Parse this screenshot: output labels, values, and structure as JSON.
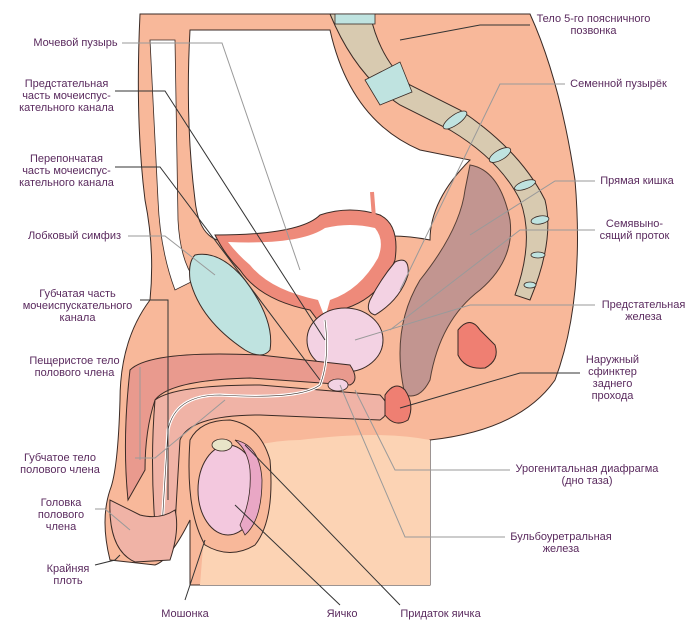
{
  "title": "Мужская половая система — сагиттальный разрез",
  "colors": {
    "skin": "#f8b89a",
    "skin_light": "#fcd3b4",
    "outline": "#3a2a25",
    "bone": "#d8cab0",
    "cartilage": "#bfe3e0",
    "bladder_wall": "#ee8a7a",
    "prostate": "#f3d2e3",
    "rectum": "#b98f8f",
    "spongy": "#f0b3a6",
    "testis": "#f3c8de",
    "sphincter": "#ef7f72",
    "label_text": "#5a2a5e",
    "leader_gray": "#9a9a9a",
    "leader_dark": "#333333"
  },
  "labels": {
    "bladder": "Мочевой пузырь",
    "prostatic_urethra": "Предстательная\nчасть мочеиспус-\nкательного канала",
    "membranous_urethra": "Перепончатая\nчасть мочеиспус-\nкательного канала",
    "pubic_symphysis": "Лобковый симфиз",
    "spongy_urethra": "Губчатая часть\nмочеиспускательного\nканала",
    "corpus_cavernosum": "Пещеристое тело\nполового члена",
    "corpus_spongiosum": "Губчатое тело\nполового члена",
    "glans": "Головка\nполового\nчлена",
    "foreskin": "Крайняя\nплоть",
    "scrotum": "Мошонка",
    "testis": "Яичко",
    "epididymis": "Придаток яичка",
    "bulbourethral_gland": "Бульбоуретральная\nжелеза",
    "urogenital_diaphragm": "Урогенитальная диафрагма\n(дно таза)",
    "anal_sphincter": "Наружный\nсфинктер\nзаднего\nпрохода",
    "prostate": "Предстательная\nжелеза",
    "vas_deferens": "Семявыно-\nсящий проток",
    "rectum": "Прямая кишка",
    "seminal_vesicle": "Семенной пузырёк",
    "l5_vertebra": "Тело 5-го поясничного\nпозвонка"
  }
}
